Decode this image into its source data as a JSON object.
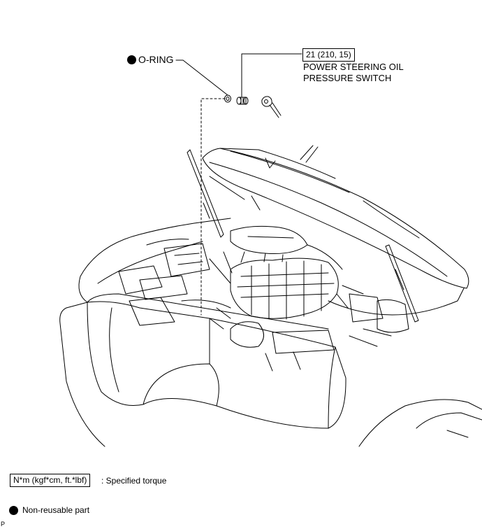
{
  "callouts": {
    "oring_label": "O-RING",
    "torque_value": "21 (210, 15)",
    "part_name_line1": "POWER STEERING OIL",
    "part_name_line2": "PRESSURE SWITCH"
  },
  "legend": {
    "torque_unit_box": "N*m (kgf*cm, ft.*lbf)",
    "torque_desc": ": Specified torque",
    "nonreusable_desc": "Non-reusable part"
  },
  "corner_mark": "P",
  "colors": {
    "line": "#000000",
    "background": "#ffffff"
  },
  "icons": [
    "non-reusable-dot-icon",
    "o-ring-icon",
    "pressure-switch-icon",
    "connector-icon"
  ]
}
